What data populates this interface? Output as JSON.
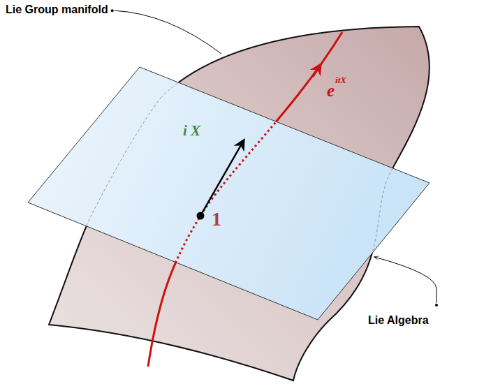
{
  "diagram": {
    "labels": [
      "Lie Group manifold",
      "e",
      "itX",
      "i X",
      "1",
      "Lie Algebra"
    ]
  }
}
